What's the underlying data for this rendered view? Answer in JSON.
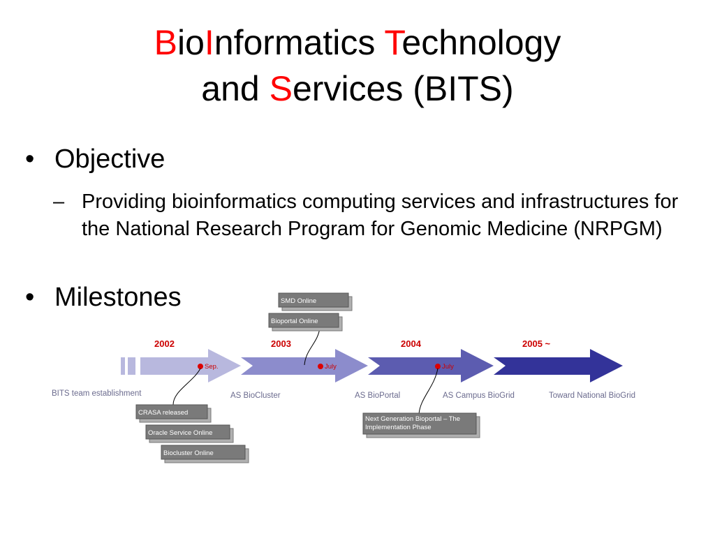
{
  "title": {
    "line1": [
      {
        "text": "B",
        "red": true
      },
      {
        "text": "io",
        "red": false
      },
      {
        "text": "I",
        "red": true
      },
      {
        "text": "nformatics ",
        "red": false
      },
      {
        "text": "T",
        "red": true
      },
      {
        "text": "echnology",
        "red": false
      }
    ],
    "line2": [
      {
        "text": "and ",
        "red": false
      },
      {
        "text": "S",
        "red": true
      },
      {
        "text": "ervices (BITS)",
        "red": false
      }
    ]
  },
  "bullets": {
    "objective": "Objective",
    "objective_detail": "Providing bioinformatics computing services and infrastructures for the National Research Program for Genomic Medicine (NRPGM)",
    "dash": "–",
    "dot": "•",
    "milestones": "Milestones"
  },
  "timeline": {
    "years": [
      "2002",
      "2003",
      "2004",
      "2005 ~"
    ],
    "months": [
      "Sep.",
      "July",
      "July"
    ],
    "phases": [
      "BITS team establishment",
      "AS BioCluster",
      "AS BioPortal",
      "AS Campus BioGrid",
      "Toward National BioGrid"
    ],
    "events_top": [
      "SMD Online",
      "Bioportal Online"
    ],
    "events_bottom": [
      "CRASA released",
      "Oracle Service Online",
      "Biocluster Online"
    ],
    "event_next_gen": [
      "Next Generation Bioportal – The",
      "Implementation Phase"
    ]
  },
  "colors": {
    "title_accent": "#ff0000",
    "arrow_1": "#b8b8de",
    "arrow_2": "#8c8ccc",
    "arrow_3": "#5c5cb0",
    "arrow_4": "#333399",
    "year_text": "#cc0000",
    "phase_text": "#6b6b8e"
  }
}
